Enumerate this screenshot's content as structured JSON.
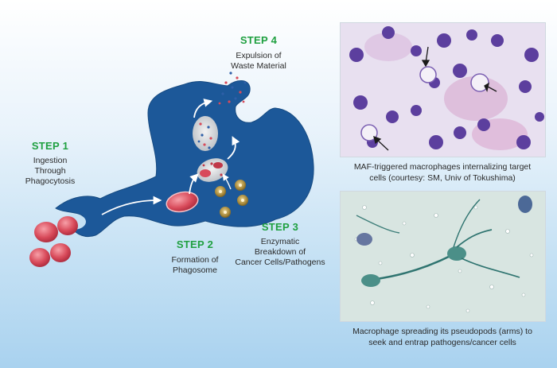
{
  "steps": [
    {
      "title": "STEP 1",
      "lines": [
        "Ingestion",
        "Through",
        "Phagocytosis"
      ]
    },
    {
      "title": "STEP 2",
      "lines": [
        "Formation of",
        "Phagosome"
      ]
    },
    {
      "title": "STEP 3",
      "lines": [
        "Enzymatic",
        "Breakdown of",
        "Cancer Cells/Pathogens"
      ]
    },
    {
      "title": "STEP 4",
      "lines": [
        "Expulsion of",
        "Waste Material"
      ]
    }
  ],
  "photos": [
    {
      "caption_lines": [
        "MAF-triggered macrophages internalizing target",
        "cells (courtesy: SM, Univ of Tokushima)"
      ]
    },
    {
      "caption_lines": [
        "Macrophage spreading its pseudopods (arms) to",
        "seek and entrap pathogens/cancer cells"
      ]
    }
  ],
  "colors": {
    "macrophage": "#1c5899",
    "step_title": "#1fa040",
    "target_cell": "#d84a5a",
    "enzyme_granule": "#a88a3c",
    "photo1_bg": "#e6dff0",
    "photo2_bg": "#d9e6e3"
  }
}
